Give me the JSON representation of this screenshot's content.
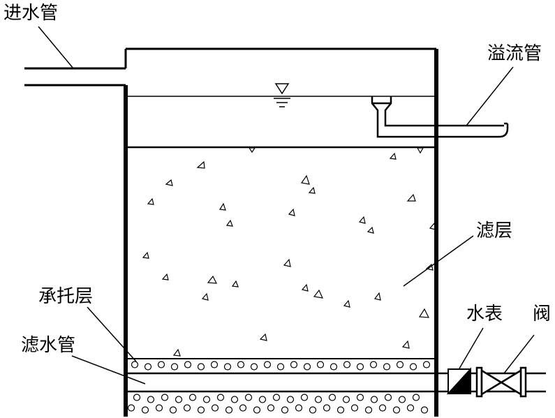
{
  "labels": {
    "inlet_pipe": "进水管",
    "overflow_pipe": "溢流管",
    "filter_layer": "滤层",
    "support_layer": "承托层",
    "filter_pipe": "滤水管",
    "water_meter": "水表",
    "valve": "阀"
  }
}
